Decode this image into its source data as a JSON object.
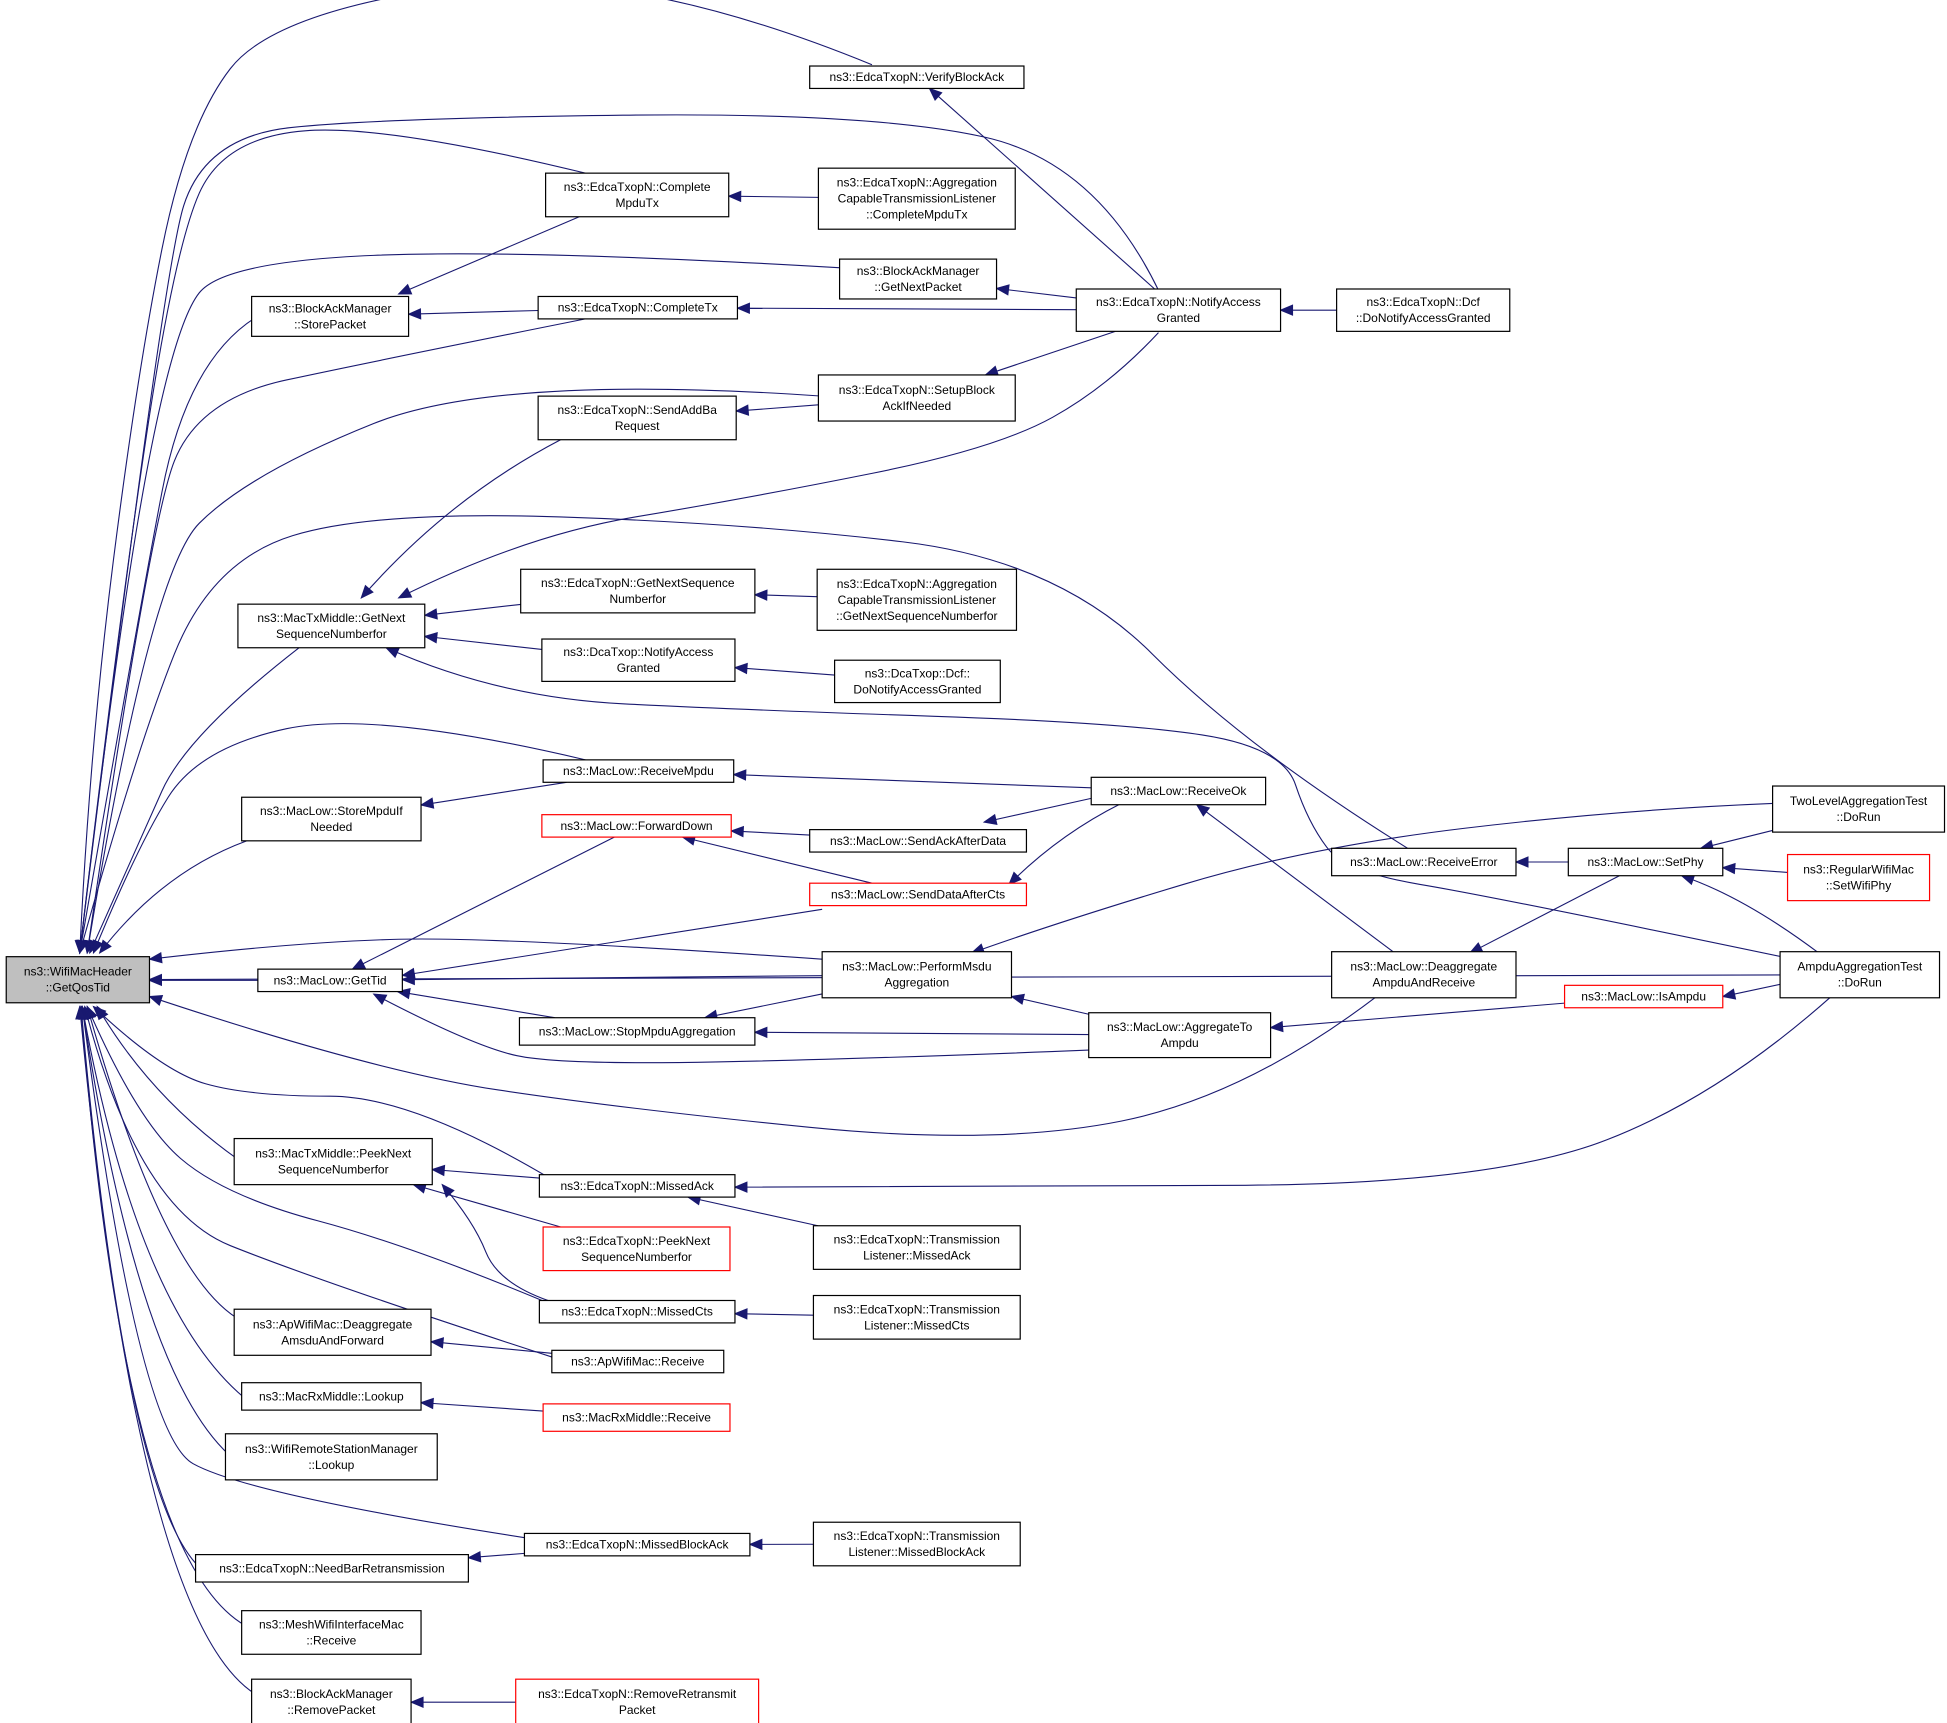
{
  "diagram": {
    "title": "ns3::WifiMacHeader::GetQosTid caller graph",
    "colors": {
      "edge": "#191970",
      "root_fill": "#bfbfbf",
      "node_border": "#000000",
      "truncated_border": "#ff0000"
    },
    "nodes": [
      {
        "id": "root",
        "lines": [
          "ns3::WifiMacHeader",
          "::GetQosTid"
        ],
        "style": "root"
      },
      {
        "id": "verifyBlockAck",
        "lines": [
          "ns3::EdcaTxopN::VerifyBlockAck"
        ]
      },
      {
        "id": "completeMpduTx",
        "lines": [
          "ns3::EdcaTxopN::Complete",
          "MpduTx"
        ]
      },
      {
        "id": "aggCompleteMpduTx",
        "lines": [
          "ns3::EdcaTxopN::Aggregation",
          "CapableTransmissionListener",
          "::CompleteMpduTx"
        ]
      },
      {
        "id": "bamGetNextPacket",
        "lines": [
          "ns3::BlockAckManager",
          "::GetNextPacket"
        ]
      },
      {
        "id": "notifyAccessGranted",
        "lines": [
          "ns3::EdcaTxopN::NotifyAccess",
          "Granted"
        ]
      },
      {
        "id": "dcfDoNotifyAccessGranted",
        "lines": [
          "ns3::EdcaTxopN::Dcf",
          "::DoNotifyAccessGranted"
        ]
      },
      {
        "id": "bamStorePacket",
        "lines": [
          "ns3::BlockAckManager",
          "::StorePacket"
        ]
      },
      {
        "id": "completeTx",
        "lines": [
          "ns3::EdcaTxopN::CompleteTx"
        ]
      },
      {
        "id": "setupBlockAck",
        "lines": [
          "ns3::EdcaTxopN::SetupBlock",
          "AckIfNeeded"
        ]
      },
      {
        "id": "sendAddBa",
        "lines": [
          "ns3::EdcaTxopN::SendAddBa",
          "Request"
        ]
      },
      {
        "id": "mtmGetNextSeq",
        "lines": [
          "ns3::MacTxMiddle::GetNext",
          "SequenceNumberfor"
        ]
      },
      {
        "id": "edcaGetNextSeq",
        "lines": [
          "ns3::EdcaTxopN::GetNextSequence",
          "Numberfor"
        ]
      },
      {
        "id": "aggGetNextSeq",
        "lines": [
          "ns3::EdcaTxopN::Aggregation",
          "CapableTransmissionListener",
          "::GetNextSequenceNumberfor"
        ]
      },
      {
        "id": "dcaNotifyAccess",
        "lines": [
          "ns3::DcaTxop::NotifyAccess",
          "Granted"
        ]
      },
      {
        "id": "dcaDcf",
        "lines": [
          "ns3::DcaTxop::Dcf::",
          "DoNotifyAccessGranted"
        ]
      },
      {
        "id": "receiveMpdu",
        "lines": [
          "ns3::MacLow::ReceiveMpdu"
        ]
      },
      {
        "id": "storeMpdu",
        "lines": [
          "ns3::MacLow::StoreMpduIf",
          "Needed"
        ]
      },
      {
        "id": "receiveOk",
        "lines": [
          "ns3::MacLow::ReceiveOk"
        ]
      },
      {
        "id": "forwardDown",
        "lines": [
          "ns3::MacLow::ForwardDown"
        ],
        "style": "red"
      },
      {
        "id": "sendAckAfterData",
        "lines": [
          "ns3::MacLow::SendAckAfterData"
        ]
      },
      {
        "id": "sendDataAfterCts",
        "lines": [
          "ns3::MacLow::SendDataAfterCts"
        ],
        "style": "red"
      },
      {
        "id": "twoLevelDoRun",
        "lines": [
          "TwoLevelAggregationTest",
          "::DoRun"
        ]
      },
      {
        "id": "receiveError",
        "lines": [
          "ns3::MacLow::ReceiveError"
        ]
      },
      {
        "id": "setPhy",
        "lines": [
          "ns3::MacLow::SetPhy"
        ]
      },
      {
        "id": "regularSetWifiPhy",
        "lines": [
          "ns3::RegularWifiMac",
          "::SetWifiPhy"
        ],
        "style": "red"
      },
      {
        "id": "getTid",
        "lines": [
          "ns3::MacLow::GetTid"
        ]
      },
      {
        "id": "performMsdu",
        "lines": [
          "ns3::MacLow::PerformMsdu",
          "Aggregation"
        ]
      },
      {
        "id": "deaggAmpdu",
        "lines": [
          "ns3::MacLow::Deaggregate",
          "AmpduAndReceive"
        ]
      },
      {
        "id": "ampduDoRun",
        "lines": [
          "AmpduAggregationTest",
          "::DoRun"
        ]
      },
      {
        "id": "isAmpdu",
        "lines": [
          "ns3::MacLow::IsAmpdu"
        ],
        "style": "red"
      },
      {
        "id": "stopMpdu",
        "lines": [
          "ns3::MacLow::StopMpduAggregation"
        ]
      },
      {
        "id": "aggregateToAmpdu",
        "lines": [
          "ns3::MacLow::AggregateTo",
          "Ampdu"
        ]
      },
      {
        "id": "mtmPeekNext",
        "lines": [
          "ns3::MacTxMiddle::PeekNext",
          "SequenceNumberfor"
        ]
      },
      {
        "id": "missedAck",
        "lines": [
          "ns3::EdcaTxopN::MissedAck"
        ]
      },
      {
        "id": "edcaPeekNext",
        "lines": [
          "ns3::EdcaTxopN::PeekNext",
          "SequenceNumberfor"
        ],
        "style": "red"
      },
      {
        "id": "tlMissedAck",
        "lines": [
          "ns3::EdcaTxopN::Transmission",
          "Listener::MissedAck"
        ]
      },
      {
        "id": "missedCts",
        "lines": [
          "ns3::EdcaTxopN::MissedCts"
        ]
      },
      {
        "id": "tlMissedCts",
        "lines": [
          "ns3::EdcaTxopN::Transmission",
          "Listener::MissedCts"
        ]
      },
      {
        "id": "apDeagg",
        "lines": [
          "ns3::ApWifiMac::Deaggregate",
          "AmsduAndForward"
        ]
      },
      {
        "id": "apReceive",
        "lines": [
          "ns3::ApWifiMac::Receive"
        ]
      },
      {
        "id": "rxLookup",
        "lines": [
          "ns3::MacRxMiddle::Lookup"
        ]
      },
      {
        "id": "rxReceive",
        "lines": [
          "ns3::MacRxMiddle::Receive"
        ],
        "style": "red"
      },
      {
        "id": "wrsmLookup",
        "lines": [
          "ns3::WifiRemoteStationManager",
          "::Lookup"
        ]
      },
      {
        "id": "missedBlockAck",
        "lines": [
          "ns3::EdcaTxopN::MissedBlockAck"
        ]
      },
      {
        "id": "needBar",
        "lines": [
          "ns3::EdcaTxopN::NeedBarRetransmission"
        ]
      },
      {
        "id": "tlMissedBlockAck",
        "lines": [
          "ns3::EdcaTxopN::Transmission",
          "Listener::MissedBlockAck"
        ]
      },
      {
        "id": "meshReceive",
        "lines": [
          "ns3::MeshWifiInterfaceMac",
          "::Receive"
        ]
      },
      {
        "id": "bamRemove",
        "lines": [
          "ns3::BlockAckManager",
          "::RemovePacket"
        ]
      },
      {
        "id": "removeRetransmit",
        "lines": [
          "ns3::EdcaTxopN::RemoveRetransmit",
          "Packet"
        ],
        "style": "red"
      }
    ],
    "edges": [
      [
        "verifyBlockAck",
        "root"
      ],
      [
        "completeMpduTx",
        "root"
      ],
      [
        "bamGetNextPacket",
        "root"
      ],
      [
        "notifyAccessGranted",
        "root"
      ],
      [
        "bamStorePacket",
        "root"
      ],
      [
        "completeTx",
        "root"
      ],
      [
        "setupBlockAck",
        "root"
      ],
      [
        "mtmGetNextSeq",
        "root"
      ],
      [
        "receiveError",
        "root"
      ],
      [
        "receiveMpdu",
        "root"
      ],
      [
        "storeMpdu",
        "root"
      ],
      [
        "getTid",
        "root"
      ],
      [
        "performMsdu",
        "root"
      ],
      [
        "deaggAmpdu",
        "root"
      ],
      [
        "mtmPeekNext",
        "root"
      ],
      [
        "missedAck",
        "root"
      ],
      [
        "missedCts",
        "root"
      ],
      [
        "apDeagg",
        "root"
      ],
      [
        "apReceive",
        "root"
      ],
      [
        "rxLookup",
        "root"
      ],
      [
        "wrsmLookup",
        "root"
      ],
      [
        "missedBlockAck",
        "root"
      ],
      [
        "needBar",
        "root"
      ],
      [
        "meshReceive",
        "root"
      ],
      [
        "bamRemove",
        "root"
      ],
      [
        "ampduDoRun",
        "root"
      ],
      [
        "notifyAccessGranted",
        "verifyBlockAck"
      ],
      [
        "aggCompleteMpduTx",
        "completeMpduTx"
      ],
      [
        "completeMpduTx",
        "bamStorePacket"
      ],
      [
        "completeTx",
        "bamStorePacket"
      ],
      [
        "notifyAccessGranted",
        "bamGetNextPacket"
      ],
      [
        "notifyAccessGranted",
        "completeTx"
      ],
      [
        "dcfDoNotifyAccessGranted",
        "notifyAccessGranted"
      ],
      [
        "notifyAccessGranted",
        "setupBlockAck"
      ],
      [
        "setupBlockAck",
        "sendAddBa"
      ],
      [
        "sendAddBa",
        "mtmGetNextSeq"
      ],
      [
        "notifyAccessGranted",
        "mtmGetNextSeq"
      ],
      [
        "edcaGetNextSeq",
        "mtmGetNextSeq"
      ],
      [
        "dcaNotifyAccess",
        "mtmGetNextSeq"
      ],
      [
        "ampduDoRun",
        "mtmGetNextSeq"
      ],
      [
        "aggGetNextSeq",
        "edcaGetNextSeq"
      ],
      [
        "dcaDcf",
        "dcaNotifyAccess"
      ],
      [
        "receiveOk",
        "receiveMpdu"
      ],
      [
        "receiveMpdu",
        "storeMpdu"
      ],
      [
        "sendAckAfterData",
        "forwardDown"
      ],
      [
        "sendDataAfterCts",
        "forwardDown"
      ],
      [
        "receiveOk",
        "sendAckAfterData"
      ],
      [
        "receiveOk",
        "sendDataAfterCts"
      ],
      [
        "deaggAmpdu",
        "receiveOk"
      ],
      [
        "forwardDown",
        "getTid"
      ],
      [
        "sendDataAfterCts",
        "getTid"
      ],
      [
        "performMsdu",
        "getTid"
      ],
      [
        "stopMpdu",
        "getTid"
      ],
      [
        "aggregateToAmpdu",
        "getTid"
      ],
      [
        "twoLevelDoRun",
        "performMsdu"
      ],
      [
        "aggregateToAmpdu",
        "performMsdu"
      ],
      [
        "performMsdu",
        "stopMpdu"
      ],
      [
        "aggregateToAmpdu",
        "stopMpdu"
      ],
      [
        "isAmpdu",
        "aggregateToAmpdu"
      ],
      [
        "ampduDoRun",
        "isAmpdu"
      ],
      [
        "setPhy",
        "receiveError"
      ],
      [
        "setPhy",
        "deaggAmpdu"
      ],
      [
        "twoLevelDoRun",
        "setPhy"
      ],
      [
        "regularSetWifiPhy",
        "setPhy"
      ],
      [
        "ampduDoRun",
        "setPhy"
      ],
      [
        "missedAck",
        "mtmPeekNext"
      ],
      [
        "edcaPeekNext",
        "mtmPeekNext"
      ],
      [
        "missedCts",
        "mtmPeekNext"
      ],
      [
        "tlMissedAck",
        "missedAck"
      ],
      [
        "ampduDoRun",
        "missedAck"
      ],
      [
        "tlMissedCts",
        "missedCts"
      ],
      [
        "apReceive",
        "apDeagg"
      ],
      [
        "rxReceive",
        "rxLookup"
      ],
      [
        "tlMissedBlockAck",
        "missedBlockAck"
      ],
      [
        "missedBlockAck",
        "needBar"
      ],
      [
        "removeRetransmit",
        "bamRemove"
      ]
    ]
  }
}
